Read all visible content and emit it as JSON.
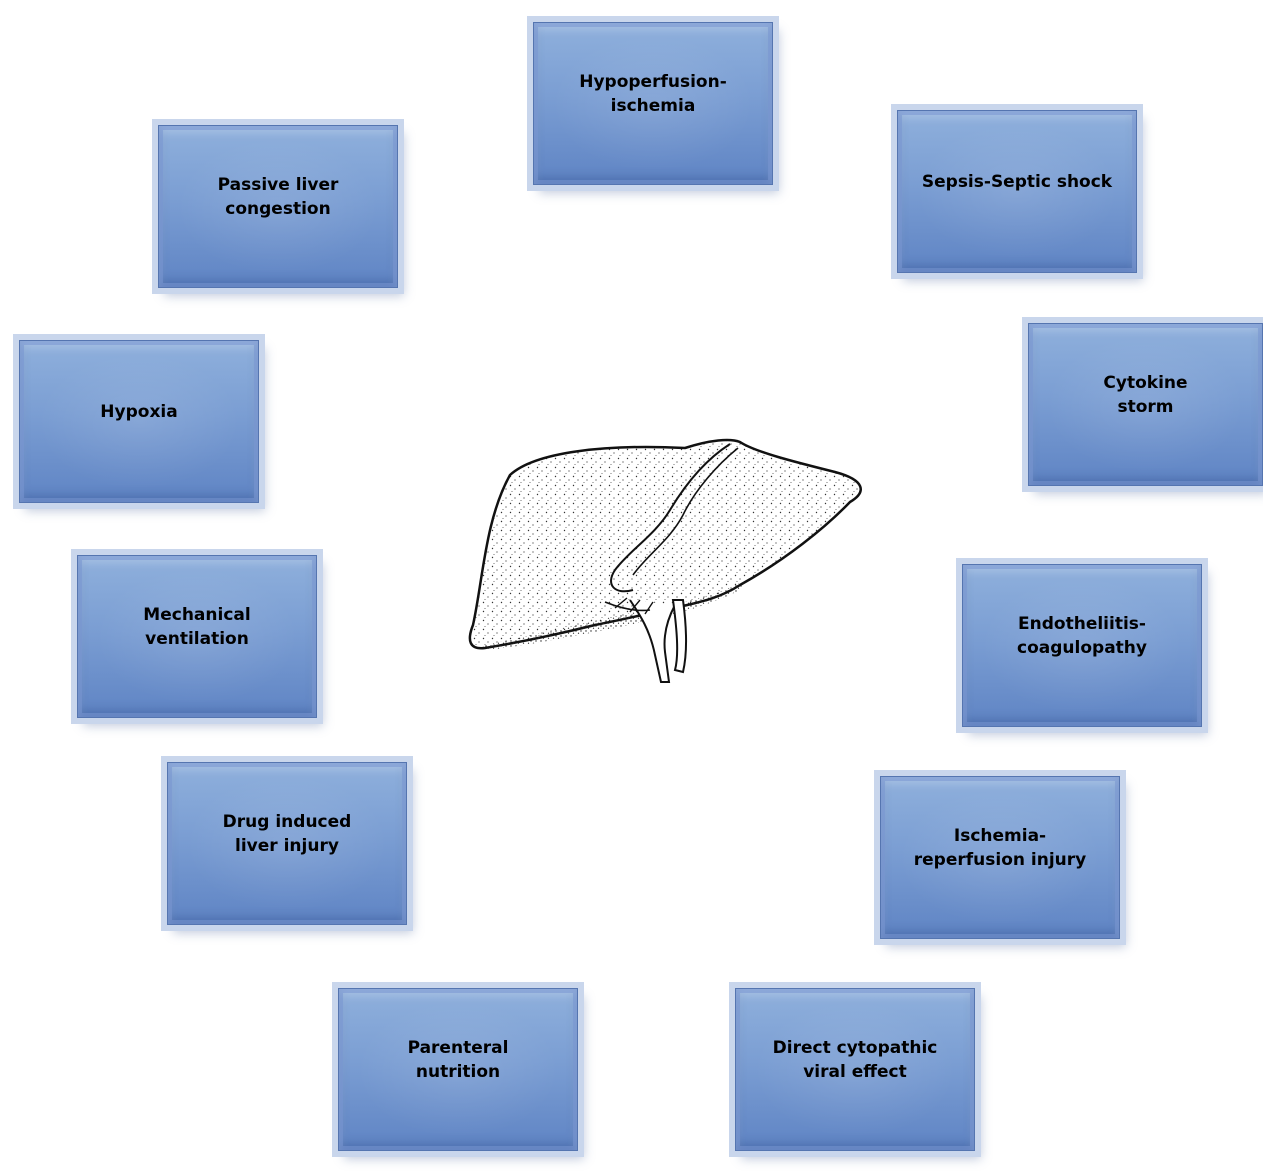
{
  "diagram": {
    "boxes": [
      {
        "id": "hypoperfusion",
        "label": "Hypoperfusion-\nischemia"
      },
      {
        "id": "sepsis",
        "label": "Sepsis-Septic shock"
      },
      {
        "id": "cytokine",
        "label": "Cytokine\nstorm"
      },
      {
        "id": "endotheliitis",
        "label": "Endotheliitis-\ncoagulopathy"
      },
      {
        "id": "ischemia-reperfusion",
        "label": "Ischemia-\nreperfusion injury"
      },
      {
        "id": "direct-cytopathic",
        "label": "Direct cytopathic\nviral effect"
      },
      {
        "id": "parenteral",
        "label": "Parenteral\nnutrition"
      },
      {
        "id": "drug-induced",
        "label": "Drug induced\nliver injury"
      },
      {
        "id": "mechanical-ventilation",
        "label": "Mechanical\nventilation"
      },
      {
        "id": "hypoxia",
        "label": "Hypoxia"
      },
      {
        "id": "passive-congestion",
        "label": "Passive liver\ncongestion"
      }
    ],
    "center_image": "liver-illustration",
    "colors": {
      "box_fill": "#7b9ed3",
      "box_border": "#5575b0",
      "box_halo": "#c9d6ec",
      "text": "#000000"
    }
  }
}
